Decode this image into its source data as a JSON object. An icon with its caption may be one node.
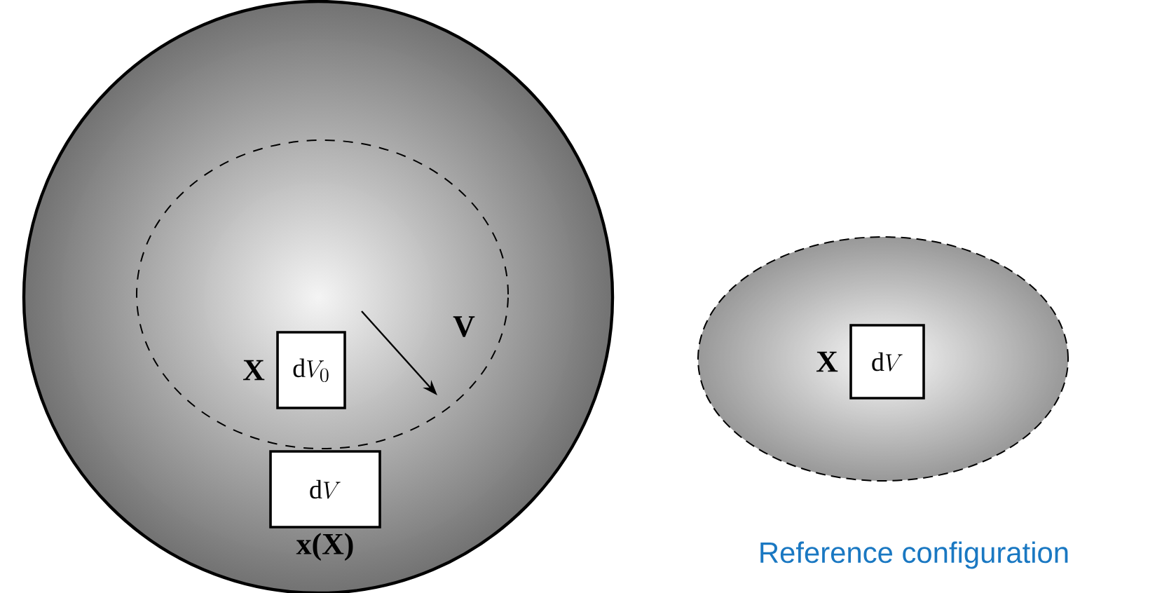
{
  "diagram": {
    "nodes": [
      {
        "text": [],
        "shape": "circle"
      },
      {
        "text": [],
        "shape": "circle",
        "in": 0
      },
      {
        "text": [
          "\\mathrm{d}V_0"
        ],
        "in": 1,
        "beside": [
          "X"
        ]
      },
      {
        "text": [
          "\\mathrm{d}V"
        ],
        "in": 0,
        "beside": [
          "x(X)"
        ]
      },
      {
        "text": [],
        "shape": "circle"
      },
      {
        "text": [
          "\\mathrm{d}V"
        ],
        "in": 4,
        "beside": [
          "X"
        ]
      }
    ],
    "labels": [
      "V",
      "Reference configuration"
    ]
  }
}
